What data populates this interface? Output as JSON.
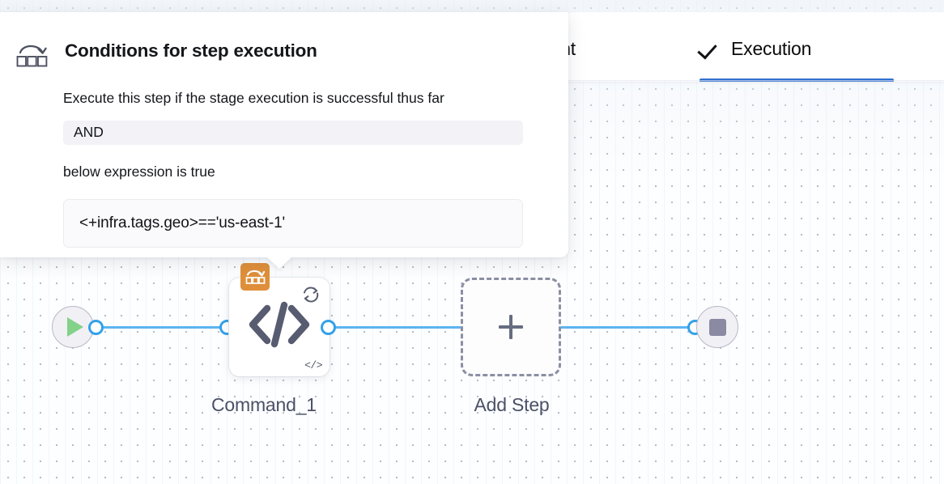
{
  "tabs": {
    "items": [
      {
        "label": "ronment",
        "truncated_of": "Environment",
        "active": false,
        "icon": null
      },
      {
        "label": "Execution",
        "active": true,
        "icon": "check-icon"
      }
    ],
    "active_underline_color": "#2f6fd0"
  },
  "popover": {
    "icon": "conditional-execution-icon",
    "title": "Conditions for step execution",
    "description": "Execute this step if the stage execution is successful thus far",
    "operator": "AND",
    "condition_label": "below expression is true",
    "expression": "<+infra.tags.geo>=='us-east-1'"
  },
  "graph": {
    "start_node": {
      "name": "start-node",
      "icon": "play-icon",
      "icon_color": "#84d18a"
    },
    "end_node": {
      "name": "end-node",
      "icon": "stop-icon",
      "icon_color": "#8a8aa3"
    },
    "steps": [
      {
        "label": "Command_1",
        "main_icon": "code-brackets-icon",
        "badge_icon": "conditional-execution-icon",
        "badge_color": "#df8f3a",
        "retry_icon": "retry-loop-icon",
        "corner_icon": "code-brackets-mini-icon"
      }
    ],
    "add_step": {
      "label": "Add Step",
      "icon": "plus-icon"
    },
    "edge_color": "#5cb4ef",
    "connector_color": "#33a1e8"
  }
}
